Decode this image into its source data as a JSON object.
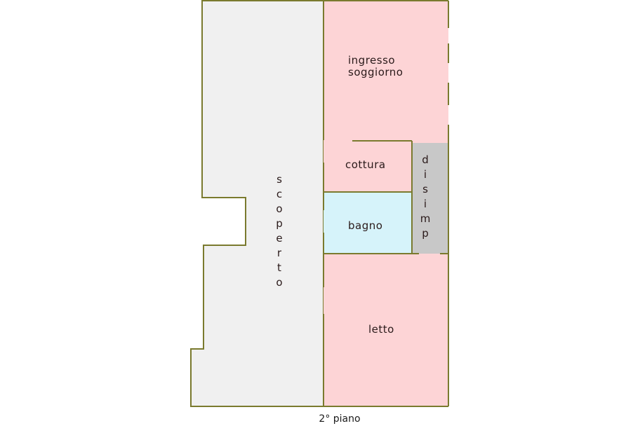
{
  "plan": {
    "rooms": {
      "ingresso": {
        "line1": "ingresso",
        "line2": "soggiorno",
        "color": "#fdd4d6"
      },
      "cottura": {
        "label": "cottura",
        "color": "#fdd4d6"
      },
      "bagno": {
        "label": "bagno",
        "color": "#d6f3fa"
      },
      "disimp": {
        "label": "disimp",
        "color": "#c8c8c8"
      },
      "letto": {
        "label": "letto",
        "color": "#fdd4d6"
      },
      "scoperto": {
        "label": "scoperto",
        "color": "#f0f0f0"
      }
    },
    "wall_color": "#7a7a2e",
    "caption": "2° piano"
  }
}
